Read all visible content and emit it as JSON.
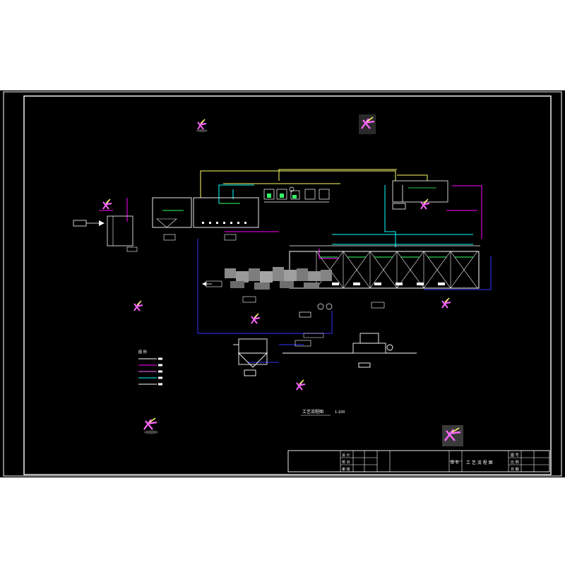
{
  "drawing": {
    "main_caption": "工艺流程图",
    "main_caption_scale": "1:100",
    "legend_title": "图 例",
    "legend_lines": [
      {
        "color": "#ffffff"
      },
      {
        "color": "#ff00ff"
      },
      {
        "color": "#ff66ff"
      },
      {
        "color": "#00ffff"
      },
      {
        "color": "#ffffff"
      }
    ],
    "colors": {
      "frame": "#ffffff",
      "process_pipe": "#ffff66",
      "air_pipe": "#00ffff",
      "sludge_pipe": "#ff00ff",
      "drain_pipe": "#3333ff",
      "equipment": "#ffffff",
      "aeration": "#33ff66"
    }
  },
  "title_block": {
    "left_rows": [
      "设 计",
      "校 对",
      "审 核"
    ],
    "drawing_title": "工 艺 流 程 图",
    "stage_label": "图 名",
    "right_rows": [
      "图 号",
      "比 例",
      "日 期"
    ]
  }
}
